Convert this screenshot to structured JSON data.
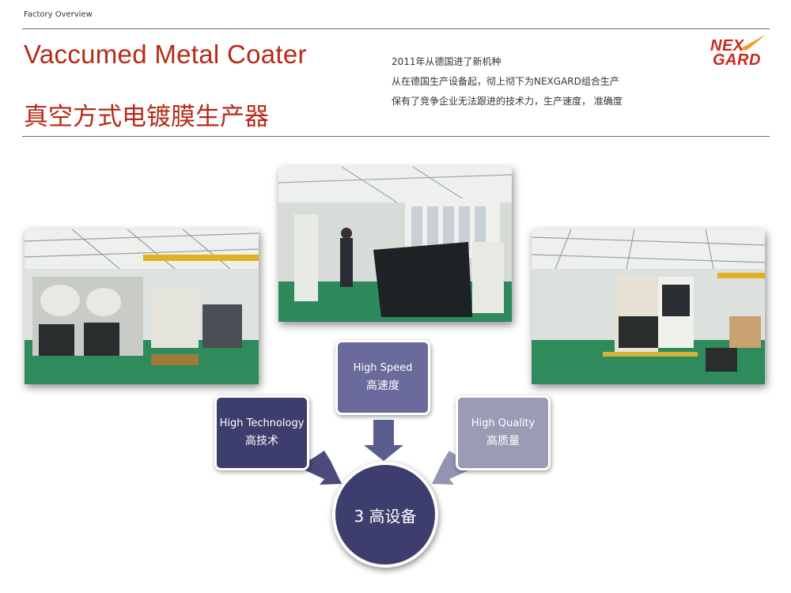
{
  "header": {
    "label": "Factory Overview"
  },
  "title": {
    "en": "Vaccumed Metal Coater",
    "cn": "真空方式电镀膜生产器"
  },
  "description": [
    "2011年从德国进了新机种",
    "从在德国生产设备起，彻上彻下为NEXGARD组合生产",
    "保有了竞争企业无法跟进的技术力，生产速度， 准确度"
  ],
  "logo": {
    "line1": "NEX",
    "line2": "GARD",
    "color": "#c8281e"
  },
  "features": {
    "speed": {
      "en": "High Speed",
      "cn": "高速度"
    },
    "technology": {
      "en": "High Technology",
      "cn": "高技术"
    },
    "quality": {
      "en": "High Quality",
      "cn": "高质量"
    },
    "center": "3 高设备"
  },
  "colors": {
    "title": "#b72a17",
    "technology_box": "#3d3e6d",
    "speed_box": "#6a6b9c",
    "quality_box": "#9a9bb5"
  }
}
